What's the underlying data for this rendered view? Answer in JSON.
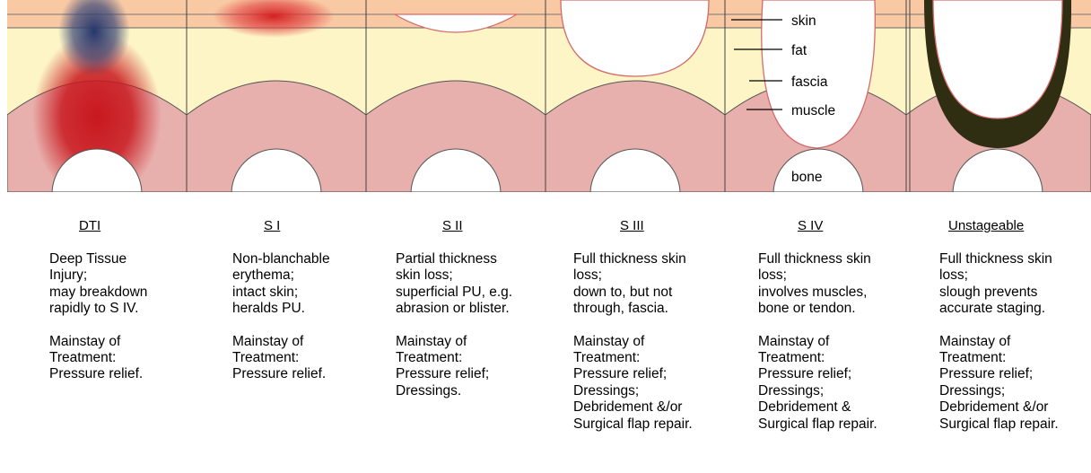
{
  "layer_labels": {
    "skin": "skin",
    "fat": "fat",
    "fascia": "fascia",
    "muscle": "muscle",
    "bone": "bone"
  },
  "stages": [
    {
      "title": "DTI",
      "description": "Deep Tissue\nInjury;\nmay breakdown\nrapidly to S IV.",
      "treatment": "Mainstay of\nTreatment:\nPressure relief."
    },
    {
      "title": "S I",
      "description": "Non-blanchable\nerythema;\nintact skin;\nheralds PU.",
      "treatment": "Mainstay of\nTreatment:\nPressure relief."
    },
    {
      "title": "S II",
      "description": "Partial thickness\nskin loss;\nsuperficial PU, e.g.\nabrasion or blister.",
      "treatment": "Mainstay of\nTreatment:\nPressure relief;\nDressings."
    },
    {
      "title": "S III",
      "description": "Full thickness skin\nloss;\ndown to, but not\nthrough, fascia.",
      "treatment": "Mainstay of\nTreatment:\nPressure relief;\nDressings;\nDebridement &/or\nSurgical flap repair."
    },
    {
      "title": "S IV",
      "description": "Full thickness skin\nloss;\ninvolves muscles,\nbone or tendon.",
      "treatment": "Mainstay of\nTreatment:\nPressure relief;\nDressings;\nDebridement &\nSurgical flap repair."
    },
    {
      "title": "Unstageable",
      "description": "Full thickness skin\nloss;\nslough prevents\naccurate staging.",
      "treatment": "Mainstay of\nTreatment:\nPressure relief;\nDressings;\nDebridement &/or\nSurgical flap repair."
    }
  ],
  "colors": {
    "skin": "#f9c9a4",
    "fat": "#fdf5c6",
    "muscle": "#e8b0ad",
    "bone": "#ffffff",
    "injury_red": "#c8181e",
    "deep_blue": "#2b3c6e",
    "slough": "#2f2d12",
    "outline": "#555555"
  }
}
